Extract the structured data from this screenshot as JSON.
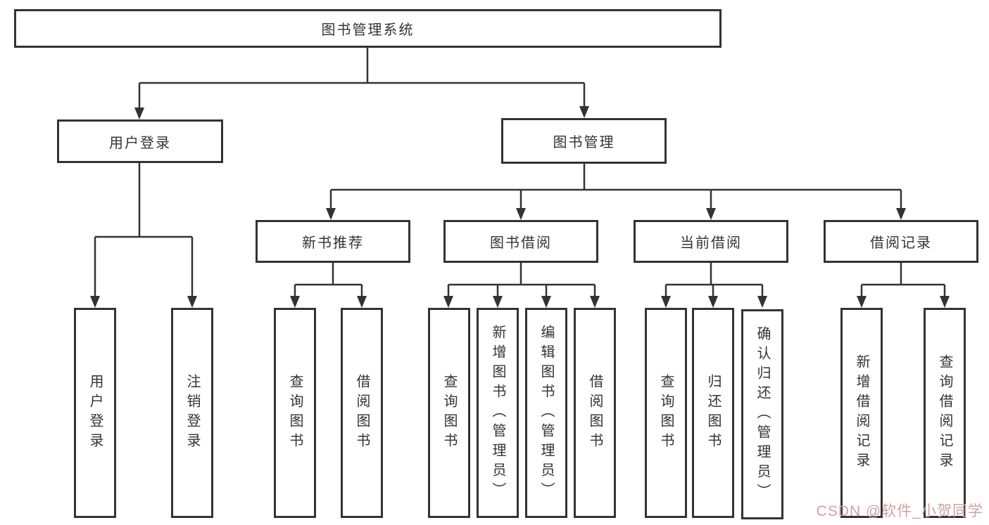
{
  "diagram": {
    "title": "图书管理系统",
    "nodes": {
      "root": {
        "label": "图书管理系统"
      },
      "login": {
        "label": "用户登录"
      },
      "manage": {
        "label": "图书管理"
      },
      "recommend": {
        "label": "新书推荐"
      },
      "borrow": {
        "label": "图书借阅"
      },
      "current": {
        "label": "当前借阅"
      },
      "records": {
        "label": "借阅记录"
      },
      "leaves": {
        "login_user": "用户登录",
        "login_logout": "注销登录",
        "rec_query": "查询图书",
        "rec_borrow": "借阅图书",
        "bor_query": "查询图书",
        "bor_add": "新增图书（管理员）",
        "bor_edit": "编辑图书（管理员）",
        "bor_borrow": "借阅图书",
        "cur_query": "查询图书",
        "cur_return": "归还图书",
        "cur_confirm": "确认归还（管理员）",
        "his_add": "新增借阅记录",
        "his_query": "查询借阅记录"
      }
    },
    "edges": [
      [
        "root",
        "login"
      ],
      [
        "root",
        "manage"
      ],
      [
        "login",
        "login_user"
      ],
      [
        "login",
        "login_logout"
      ],
      [
        "manage",
        "recommend"
      ],
      [
        "manage",
        "borrow"
      ],
      [
        "manage",
        "current"
      ],
      [
        "manage",
        "records"
      ],
      [
        "recommend",
        "rec_query"
      ],
      [
        "recommend",
        "rec_borrow"
      ],
      [
        "borrow",
        "bor_query"
      ],
      [
        "borrow",
        "bor_add"
      ],
      [
        "borrow",
        "bor_edit"
      ],
      [
        "borrow",
        "bor_borrow"
      ],
      [
        "current",
        "cur_query"
      ],
      [
        "current",
        "cur_return"
      ],
      [
        "current",
        "cur_confirm"
      ],
      [
        "records",
        "his_add"
      ],
      [
        "records",
        "his_query"
      ]
    ]
  },
  "watermark": {
    "text": "CSDN @软件_小贺同学"
  },
  "colors": {
    "line": "#333333",
    "box_border": "#333333",
    "text": "#333333",
    "watermark": "#cfa2a2",
    "background": "#ffffff"
  }
}
